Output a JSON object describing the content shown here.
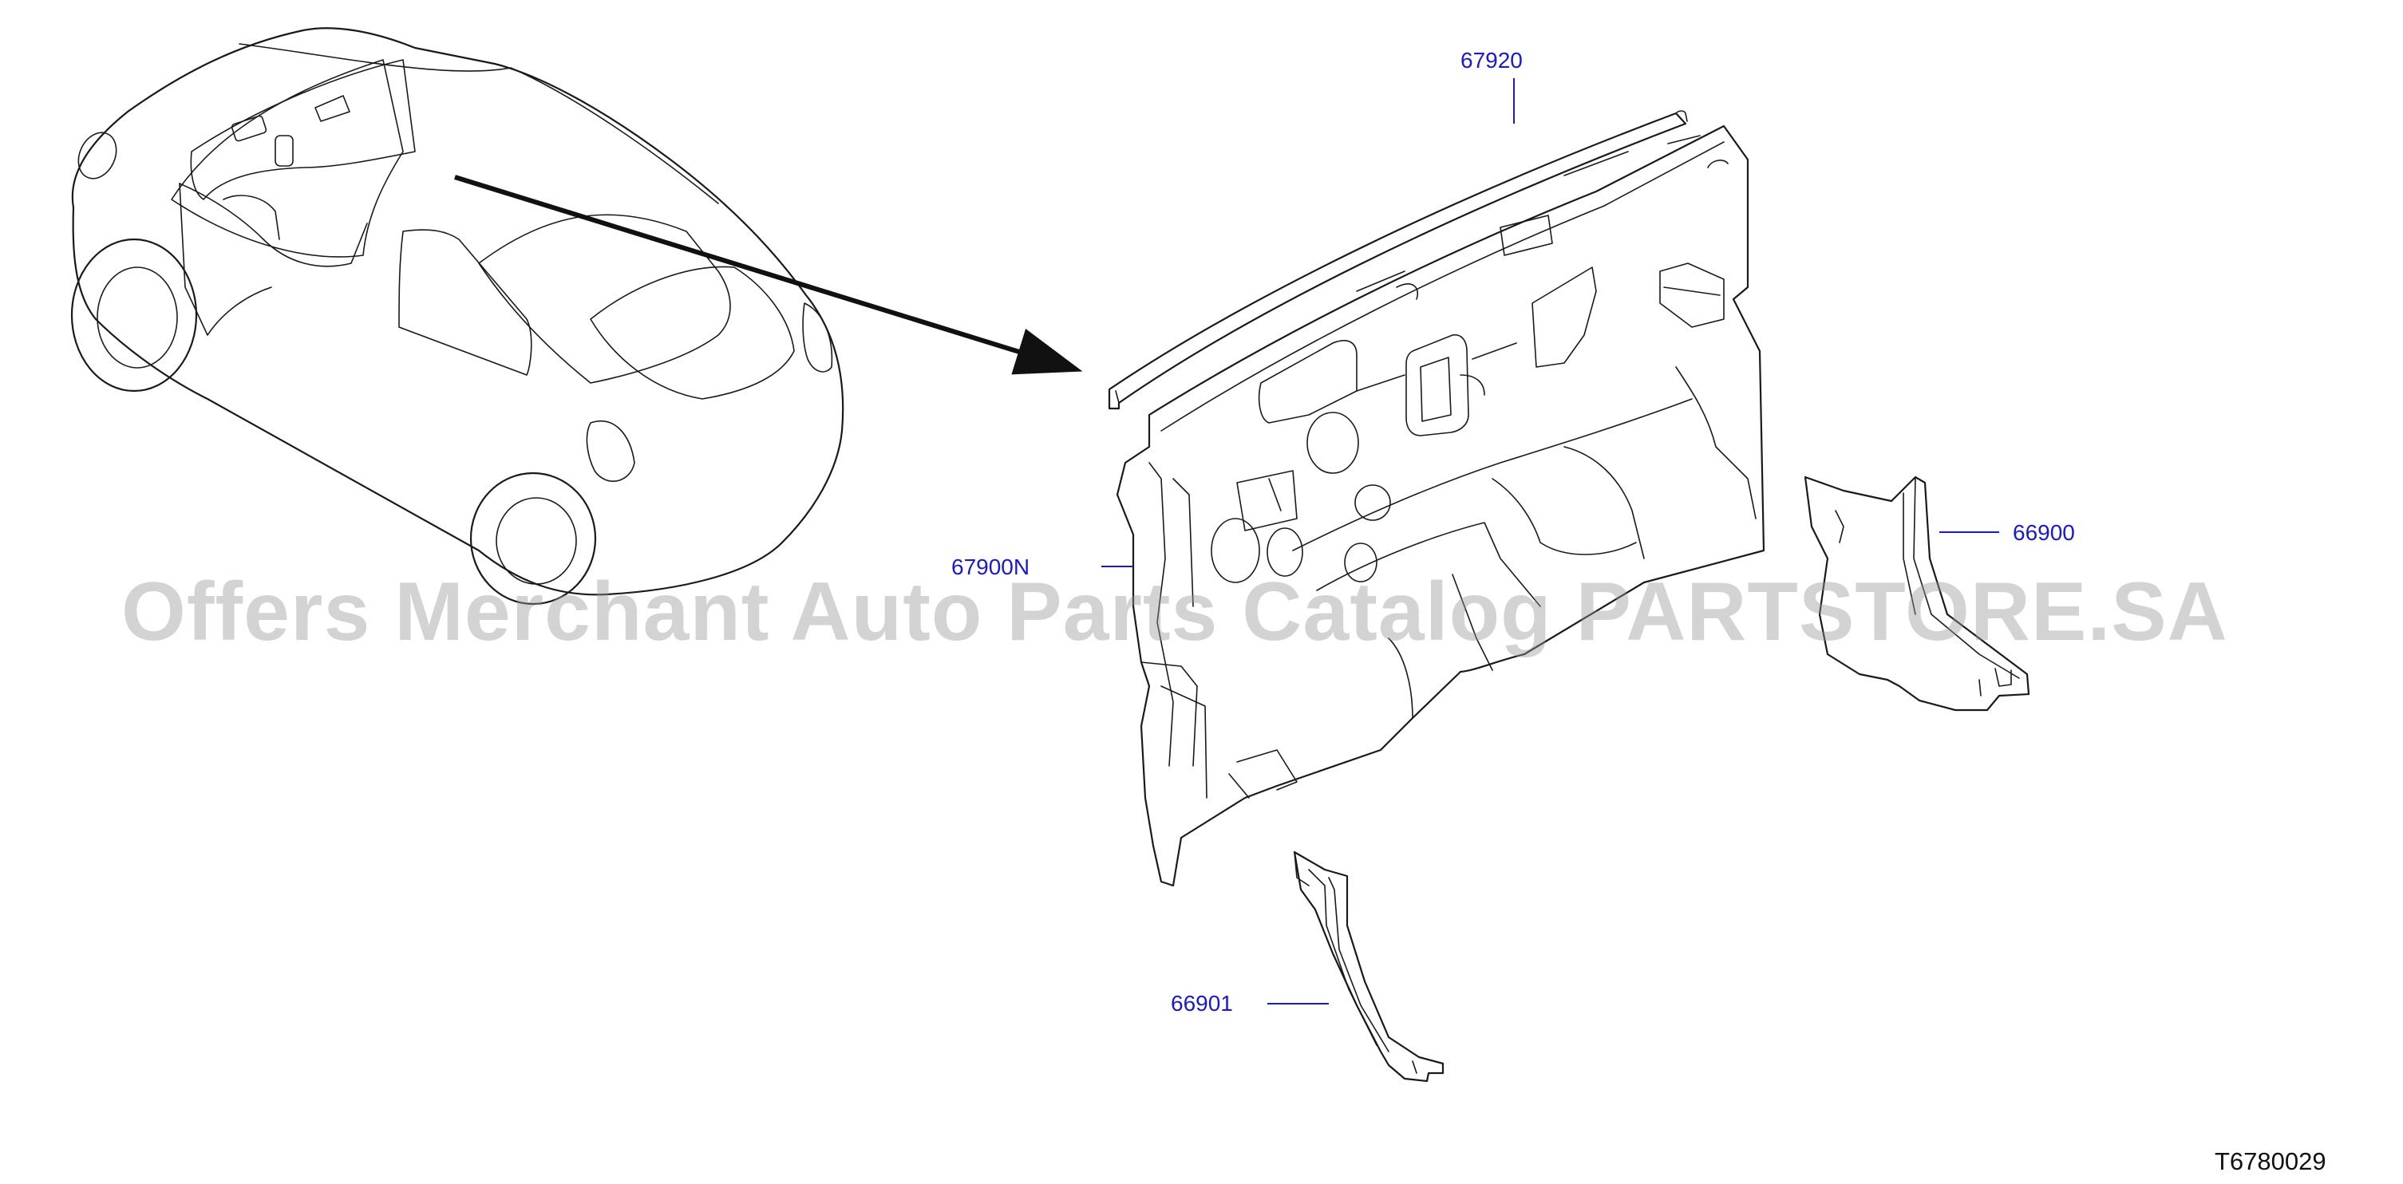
{
  "labels": {
    "strip": "67920",
    "dash_insulator": "67900N",
    "right_finisher": "66900",
    "left_finisher": "66901"
  },
  "diagram_code": "T6780029",
  "watermark": "Offers Merchant Auto Parts Catalog PARTSTORE.SA",
  "icons": {
    "vehicle": "vehicle-locator-icon",
    "arrow": "pointer-arrow-icon"
  },
  "colors": {
    "label": "#1a1acc",
    "line": "#1a1a1a",
    "watermark": "#969696"
  }
}
